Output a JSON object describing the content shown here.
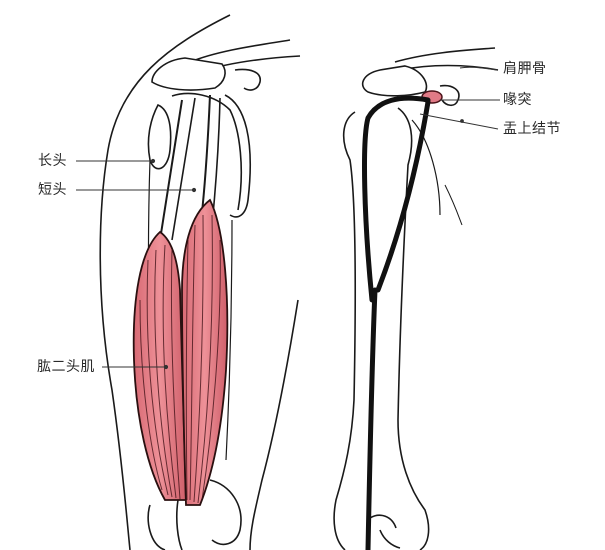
{
  "diagram": {
    "subject": "biceps brachii anatomy",
    "colors": {
      "muscle_fill": "#e8828a",
      "muscle_light": "#f0a0a6",
      "coracoid_fill": "#e07a86",
      "ink": "#1a1a1a",
      "background": "#ffffff"
    },
    "left_figure": {
      "labels": {
        "long_head": "长头",
        "short_head": "短头",
        "biceps_brachii": "肱二头肌"
      }
    },
    "right_figure": {
      "labels": {
        "scapula": "肩胛骨",
        "coracoid_process": "喙突",
        "supraglenoid_tubercle": "盂上结节"
      }
    }
  }
}
